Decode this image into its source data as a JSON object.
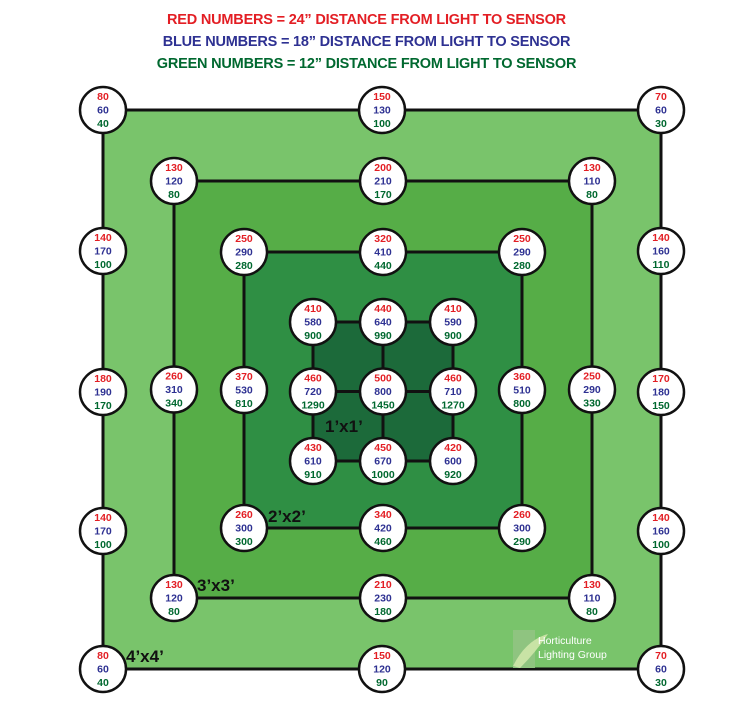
{
  "legend": {
    "red": "RED NUMBERS = 24” DISTANCE FROM LIGHT TO SENSOR",
    "blue": "BLUE NUMBERS = 18” DISTANCE FROM LIGHT TO SENSOR",
    "green": "GREEN NUMBERS = 12” DISTANCE FROM LIGHT TO SENSOR"
  },
  "colors": {
    "red": "#e31e24",
    "blue": "#2e3192",
    "green": "#00682f",
    "square_4x4": "#79c46b",
    "square_3x3": "#56ad47",
    "square_2x2": "#2f8f44",
    "square_1x1": "#1c6a3a",
    "grid_line": "#111111"
  },
  "squares": [
    {
      "key": "4x4",
      "label": "4’x4’"
    },
    {
      "key": "3x3",
      "label": "3’x3’"
    },
    {
      "key": "2x2",
      "label": "2’x2’"
    },
    {
      "key": "1x1",
      "label": "1’x1’"
    }
  ],
  "readings": {
    "4x4": [
      {
        "pos": "top-left",
        "red": "80",
        "blue": "60",
        "green": "40"
      },
      {
        "pos": "top-center",
        "red": "150",
        "blue": "130",
        "green": "100"
      },
      {
        "pos": "top-right",
        "red": "70",
        "blue": "60",
        "green": "30"
      },
      {
        "pos": "left-upper",
        "red": "140",
        "blue": "170",
        "green": "100"
      },
      {
        "pos": "right-upper",
        "red": "140",
        "blue": "160",
        "green": "110"
      },
      {
        "pos": "left-middle",
        "red": "180",
        "blue": "190",
        "green": "170"
      },
      {
        "pos": "right-middle",
        "red": "170",
        "blue": "180",
        "green": "150"
      },
      {
        "pos": "left-lower",
        "red": "140",
        "blue": "170",
        "green": "100"
      },
      {
        "pos": "right-lower",
        "red": "140",
        "blue": "160",
        "green": "100"
      },
      {
        "pos": "bottom-left",
        "red": "80",
        "blue": "60",
        "green": "40"
      },
      {
        "pos": "bottom-center",
        "red": "150",
        "blue": "120",
        "green": "90"
      },
      {
        "pos": "bottom-right",
        "red": "70",
        "blue": "60",
        "green": "30"
      }
    ],
    "3x3": [
      {
        "pos": "top-left",
        "red": "130",
        "blue": "120",
        "green": "80"
      },
      {
        "pos": "top-center",
        "red": "200",
        "blue": "210",
        "green": "170"
      },
      {
        "pos": "top-right",
        "red": "130",
        "blue": "110",
        "green": "80"
      },
      {
        "pos": "left-middle",
        "red": "260",
        "blue": "310",
        "green": "340"
      },
      {
        "pos": "right-middle",
        "red": "250",
        "blue": "290",
        "green": "330"
      },
      {
        "pos": "bottom-left",
        "red": "130",
        "blue": "120",
        "green": "80"
      },
      {
        "pos": "bottom-center",
        "red": "210",
        "blue": "230",
        "green": "180"
      },
      {
        "pos": "bottom-right",
        "red": "130",
        "blue": "110",
        "green": "80"
      }
    ],
    "2x2": [
      {
        "pos": "top-left",
        "red": "250",
        "blue": "290",
        "green": "280"
      },
      {
        "pos": "top-center",
        "red": "320",
        "blue": "410",
        "green": "440"
      },
      {
        "pos": "top-right",
        "red": "250",
        "blue": "290",
        "green": "280"
      },
      {
        "pos": "left-middle",
        "red": "370",
        "blue": "530",
        "green": "810"
      },
      {
        "pos": "right-middle",
        "red": "360",
        "blue": "510",
        "green": "800"
      },
      {
        "pos": "bottom-left",
        "red": "260",
        "blue": "300",
        "green": "300"
      },
      {
        "pos": "bottom-center",
        "red": "340",
        "blue": "420",
        "green": "460"
      },
      {
        "pos": "bottom-right",
        "red": "260",
        "blue": "300",
        "green": "290"
      }
    ],
    "1x1": [
      {
        "pos": "top-left",
        "red": "410",
        "blue": "580",
        "green": "900"
      },
      {
        "pos": "top-center",
        "red": "440",
        "blue": "640",
        "green": "990"
      },
      {
        "pos": "top-right",
        "red": "410",
        "blue": "590",
        "green": "900"
      },
      {
        "pos": "left-middle",
        "red": "460",
        "blue": "720",
        "green": "1290"
      },
      {
        "pos": "center",
        "red": "500",
        "blue": "800",
        "green": "1450"
      },
      {
        "pos": "right-middle",
        "red": "460",
        "blue": "710",
        "green": "1270"
      },
      {
        "pos": "bottom-left",
        "red": "430",
        "blue": "610",
        "green": "910"
      },
      {
        "pos": "bottom-center",
        "red": "450",
        "blue": "670",
        "green": "1000"
      },
      {
        "pos": "bottom-right",
        "red": "420",
        "blue": "600",
        "green": "920"
      }
    ]
  },
  "logo": {
    "line1": "Horticulture",
    "line2": "Lighting Group"
  }
}
